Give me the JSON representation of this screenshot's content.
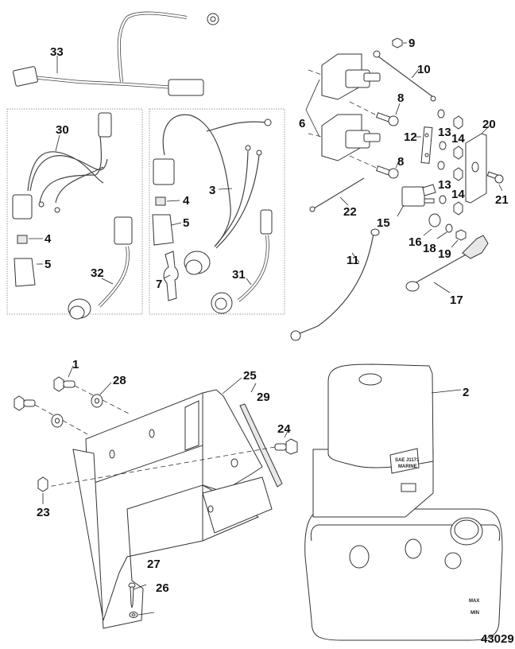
{
  "diagram": {
    "title": "Power trim pump, solenoids, wiring harnesses and mounting bracket",
    "figure_number": "43029",
    "callouts": {
      "c1": "1",
      "c2": "2",
      "c3": "3",
      "c4a": "4",
      "c4b": "4",
      "c5a": "5",
      "c5b": "5",
      "c6": "6",
      "c7": "7",
      "c8a": "8",
      "c8b": "8",
      "c9": "9",
      "c10": "10",
      "c11": "11",
      "c12": "12",
      "c13a": "13",
      "c13b": "13",
      "c14a": "14",
      "c14b": "14",
      "c15": "15",
      "c16": "16",
      "c17": "17",
      "c18": "18",
      "c19": "19",
      "c20": "20",
      "c21": "21",
      "c22": "22",
      "c23": "23",
      "c24": "24",
      "c25": "25",
      "c26": "26",
      "c27": "27",
      "c28": "28",
      "c29": "29",
      "c30": "30",
      "c31": "31",
      "c32": "32",
      "c33": "33"
    },
    "pump_labels": {
      "motor_label_line1": "SAE J1171",
      "motor_label_line2": "MARINE",
      "reservoir_max": "MAX",
      "reservoir_min": "MIN"
    }
  }
}
